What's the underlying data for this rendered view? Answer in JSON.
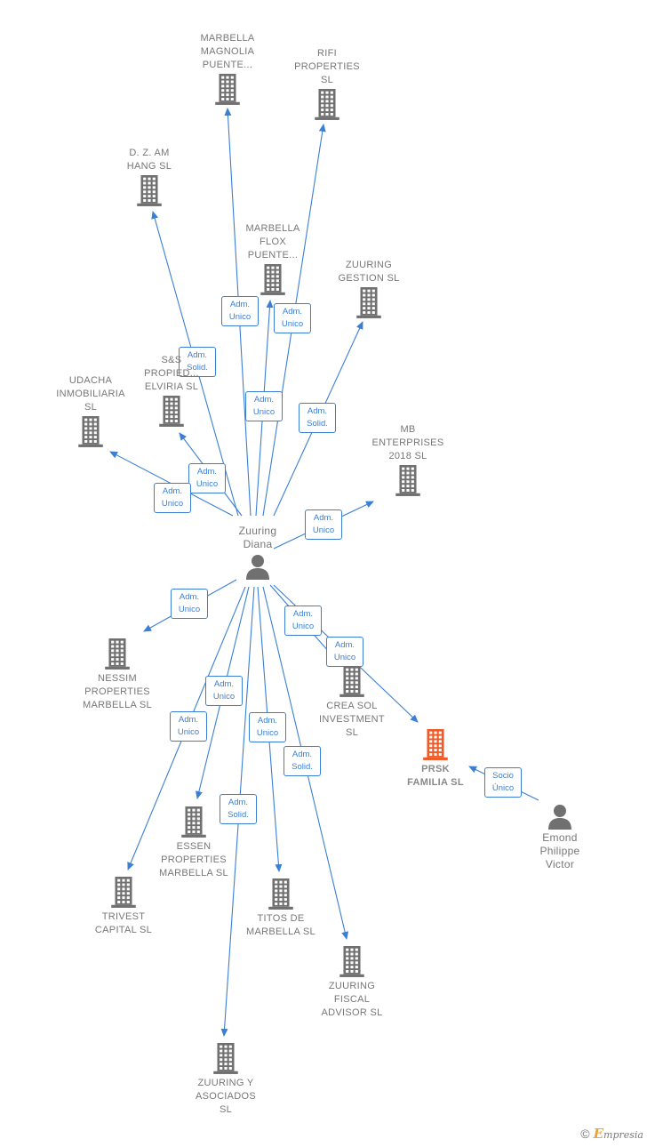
{
  "nodes": [
    {
      "id": "marbella_magnolia",
      "type": "company",
      "label": "MARBELLA\nMAGNOLIA\nPUENTE..."
    },
    {
      "id": "rifi",
      "type": "company",
      "label": "RIFI\nPROPERTIES\nSL"
    },
    {
      "id": "dzam",
      "type": "company",
      "label": "D. Z. AM\nHANG  SL"
    },
    {
      "id": "marbella_flox",
      "type": "company",
      "label": "MARBELLA\nFLOX\nPUENTE..."
    },
    {
      "id": "zuuring_gestion",
      "type": "company",
      "label": "ZUURING\nGESTION  SL"
    },
    {
      "id": "ss_propied",
      "type": "company",
      "label": "S&S\nPROPIED...\nELVIRIA  SL"
    },
    {
      "id": "udacha",
      "type": "company",
      "label": "UDACHA\nINMOBILIARIA\nSL"
    },
    {
      "id": "mb_enterprises",
      "type": "company",
      "label": "MB\nENTERPRISES\n2018  SL"
    },
    {
      "id": "zuuring_diana",
      "type": "person",
      "label": "Zuuring\nDiana"
    },
    {
      "id": "nessim",
      "type": "company",
      "label": "NESSIM\nPROPERTIES\nMARBELLA  SL"
    },
    {
      "id": "crea_sol",
      "type": "company",
      "label": "CREA SOL\nINVESTMENT\nSL"
    },
    {
      "id": "prsk",
      "type": "company",
      "highlight": true,
      "label": "PRSK\nFAMILIA  SL"
    },
    {
      "id": "emond",
      "type": "person",
      "label": "Emond\nPhilippe\nVictor"
    },
    {
      "id": "essen",
      "type": "company",
      "label": "ESSEN\nPROPERTIES\nMARBELLA  SL"
    },
    {
      "id": "trivest",
      "type": "company",
      "label": "TRIVEST\nCAPITAL  SL"
    },
    {
      "id": "titos",
      "type": "company",
      "label": "TITOS DE\nMARBELLA  SL"
    },
    {
      "id": "zuuring_fiscal",
      "type": "company",
      "label": "ZUURING\nFISCAL\nADVISOR  SL"
    },
    {
      "id": "zuuring_asociados",
      "type": "company",
      "label": "ZUURING Y\nASOCIADOS\nSL"
    }
  ],
  "edges": [
    {
      "from": "zuuring_diana",
      "to": "marbella_magnolia",
      "label": "Adm.\nUnico"
    },
    {
      "from": "zuuring_diana",
      "to": "rifi",
      "label": "Adm.\nUnico"
    },
    {
      "from": "zuuring_diana",
      "to": "dzam",
      "label": "Adm.\nSolid."
    },
    {
      "from": "zuuring_diana",
      "to": "marbella_flox",
      "label": "Adm.\nUnico"
    },
    {
      "from": "zuuring_diana",
      "to": "zuuring_gestion",
      "label": "Adm.\nSolid."
    },
    {
      "from": "zuuring_diana",
      "to": "ss_propied",
      "label": "Adm.\nUnico"
    },
    {
      "from": "zuuring_diana",
      "to": "udacha",
      "label": "Adm.\nUnico"
    },
    {
      "from": "zuuring_diana",
      "to": "mb_enterprises",
      "label": "Adm.\nUnico"
    },
    {
      "from": "zuuring_diana",
      "to": "nessim",
      "label": "Adm.\nUnico"
    },
    {
      "from": "zuuring_diana",
      "to": "crea_sol",
      "label": "Adm.\nUnico"
    },
    {
      "from": "zuuring_diana",
      "to": "prsk",
      "label": "Adm.\nUnico"
    },
    {
      "from": "emond",
      "to": "prsk",
      "label": "Socio\nÚnico"
    },
    {
      "from": "zuuring_diana",
      "to": "essen",
      "label": "Adm.\nUnico"
    },
    {
      "from": "zuuring_diana",
      "to": "trivest",
      "label": "Adm.\nUnico"
    },
    {
      "from": "zuuring_diana",
      "to": "titos",
      "label": "Adm.\nUnico"
    },
    {
      "from": "zuuring_diana",
      "to": "zuuring_fiscal",
      "label": "Adm.\nSolid."
    },
    {
      "from": "zuuring_diana",
      "to": "zuuring_asociados",
      "label": "Adm.\nSolid."
    }
  ],
  "colors": {
    "edge": "#3a7fd5",
    "company_icon": "#707070",
    "highlight_icon": "#f05a28",
    "label_text": "#777777"
  },
  "footer": {
    "copyright": "©",
    "brand_initial": "E",
    "brand_rest": "mpresia"
  }
}
